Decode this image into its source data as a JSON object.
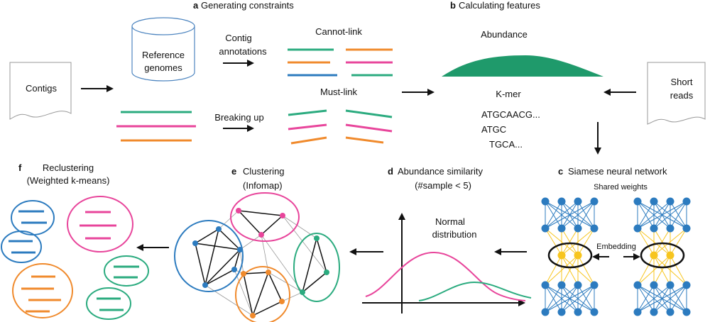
{
  "colors": {
    "teal": "#2bab7f",
    "pink": "#e8459b",
    "orange": "#f08a2c",
    "blue": "#2c7bbf",
    "gold": "#f7c51e",
    "grey_line": "#9a9a9a",
    "abundance_fill": "#1f9a6b"
  },
  "panel_a": {
    "letter": "a",
    "title": "Generating constraints",
    "reference_line1": "Reference",
    "reference_line2": "genomes",
    "contig_line1": "Contig",
    "contig_line2": "annotations",
    "cannot_link": "Cannot-link",
    "must_link": "Must-link",
    "breaking_up": "Breaking up"
  },
  "contigs_label": "Contigs",
  "panel_b": {
    "letter": "b",
    "title": "Calculating features",
    "abundance": "Abundance",
    "kmer": "K-mer",
    "seq1": "ATGCAACG...",
    "seq2": "ATGC",
    "seq3": "TGCA..."
  },
  "short_reads_line1": "Short",
  "short_reads_line2": "reads",
  "panel_c": {
    "letter": "c",
    "title": "Siamese neural network",
    "shared_weights": "Shared weights",
    "embedding": "Embedding"
  },
  "panel_d": {
    "letter": "d",
    "title": "Abundance similarity",
    "subtitle": "(#sample < 5)",
    "normal_line1": "Normal",
    "normal_line2": "distribution"
  },
  "panel_e": {
    "letter": "e",
    "title": "Clustering",
    "subtitle": "(Infomap)"
  },
  "panel_f": {
    "letter": "f",
    "title": "Reclustering",
    "subtitle": "(Weighted k-means)"
  }
}
